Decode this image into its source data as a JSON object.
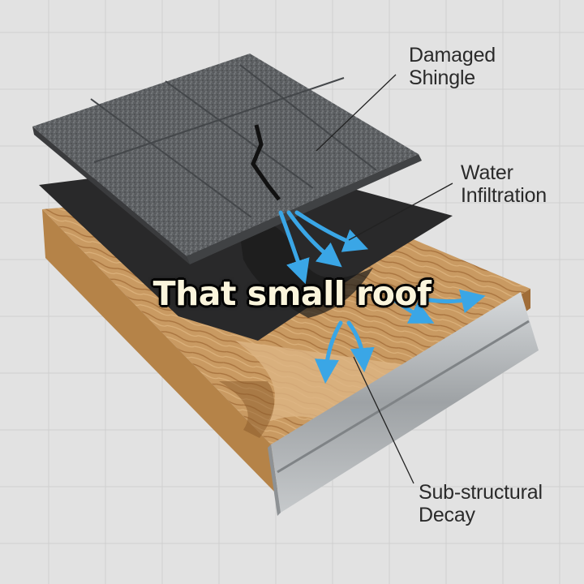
{
  "labels": {
    "damaged_shingle": [
      "Damaged",
      "Shingle"
    ],
    "water_infiltration": [
      "Water",
      "Infiltration"
    ],
    "sub_structural_decay": [
      "Sub-structural",
      "Decay"
    ]
  },
  "caption": "That small roof",
  "colors": {
    "background": "#e2e2e2",
    "grid": "#d2d2d2",
    "shingle": "#5d6063",
    "underlayment": "#262728",
    "plywood": "#c8955c",
    "flashing": "#b9bcbf",
    "water_arrow": "#3aa6e6",
    "caption_text": "#fbf5dc"
  }
}
